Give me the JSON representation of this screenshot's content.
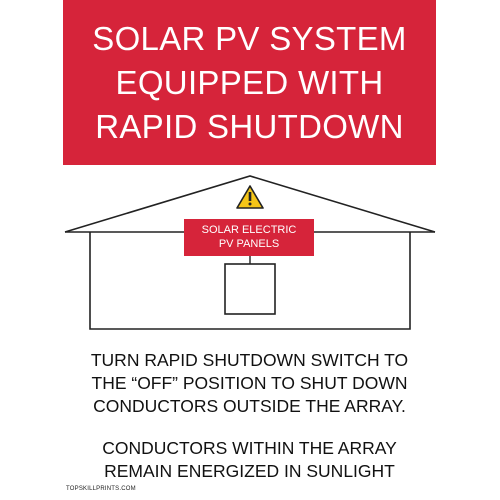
{
  "header": {
    "lines": [
      "SOLAR PV SYSTEM",
      "EQUIPPED WITH",
      "RAPID SHUTDOWN"
    ],
    "background_color": "#d6243a"
  },
  "diagram": {
    "icon": "warning-triangle-icon",
    "label_lines": [
      "SOLAR ELECTRIC",
      "PV PANELS"
    ]
  },
  "instructions": {
    "lines": [
      "TURN RAPID SHUTDOWN SWITCH TO",
      "THE “OFF” POSITION TO SHUT DOWN",
      "CONDUCTORS OUTSIDE THE ARRAY."
    ]
  },
  "warning": {
    "lines": [
      "CONDUCTORS WITHIN THE ARRAY",
      "REMAIN ENERGIZED IN SUNLIGHT"
    ]
  },
  "footer": {
    "text": "TOPSKILLPRINTS.COM"
  }
}
